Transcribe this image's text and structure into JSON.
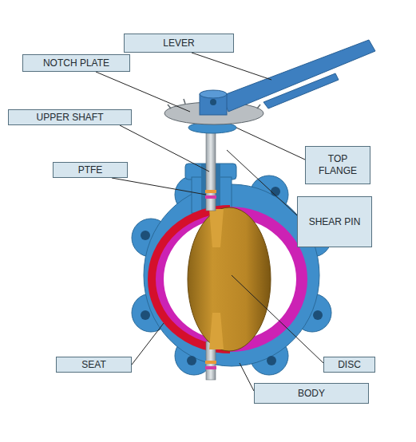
{
  "diagram": {
    "nodes": [
      {
        "text": [
          "LEVER"
        ]
      },
      {
        "text": [
          "NOTCH PLATE"
        ]
      },
      {
        "text": [
          "UPPER SHAFT"
        ]
      },
      {
        "text": [
          "TOP FLANGE"
        ]
      },
      {
        "text": [
          "PTFE"
        ]
      },
      {
        "text": [
          "SHEAR PIN"
        ]
      },
      {
        "text": [
          "SEAT"
        ]
      },
      {
        "text": [
          "DISC"
        ]
      },
      {
        "text": [
          "BODY"
        ]
      }
    ]
  }
}
